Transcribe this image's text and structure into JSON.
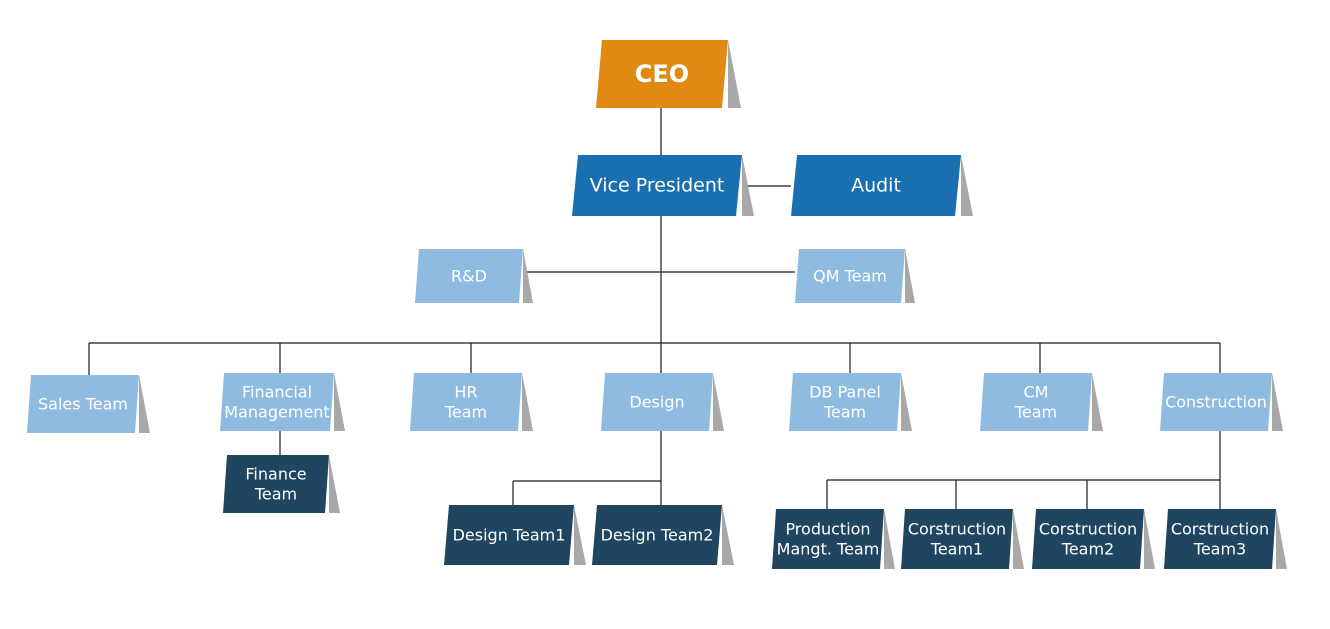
{
  "colors": {
    "ceo": "#e08a14",
    "executive": "#1a6fb0",
    "department": "#8fbbe0",
    "team": "#1f4560",
    "flap": "#a8a8a8",
    "text": "#ffffff",
    "line": "#1a1a1a"
  },
  "nodes": [
    {
      "id": "ceo",
      "label": [
        "CEO"
      ],
      "level": 1,
      "color": "ceo"
    },
    {
      "id": "vp",
      "label": [
        "Vice President"
      ],
      "level": 2,
      "color": "executive"
    },
    {
      "id": "audit",
      "label": [
        "Audit"
      ],
      "level": 2,
      "color": "executive"
    },
    {
      "id": "rnd",
      "label": [
        "R&D"
      ],
      "level": 3,
      "color": "department"
    },
    {
      "id": "qm",
      "label": [
        "QM Team"
      ],
      "level": 3,
      "color": "department"
    },
    {
      "id": "sales",
      "label": [
        "Sales Team"
      ],
      "level": 3,
      "color": "department"
    },
    {
      "id": "finmgmt",
      "label": [
        "Financial",
        "Management"
      ],
      "level": 3,
      "color": "department"
    },
    {
      "id": "hr",
      "label": [
        "HR",
        "Team"
      ],
      "level": 3,
      "color": "department"
    },
    {
      "id": "design",
      "label": [
        "Design"
      ],
      "level": 3,
      "color": "department"
    },
    {
      "id": "dbpanel",
      "label": [
        "DB Panel",
        "Team"
      ],
      "level": 3,
      "color": "department"
    },
    {
      "id": "cm",
      "label": [
        "CM",
        "Team"
      ],
      "level": 3,
      "color": "department"
    },
    {
      "id": "construction",
      "label": [
        "Construction"
      ],
      "level": 3,
      "color": "department"
    },
    {
      "id": "finance",
      "label": [
        "Finance",
        "Team"
      ],
      "level": 4,
      "color": "team"
    },
    {
      "id": "design1",
      "label": [
        "Design Team1"
      ],
      "level": 4,
      "color": "team"
    },
    {
      "id": "design2",
      "label": [
        "Design Team2"
      ],
      "level": 4,
      "color": "team"
    },
    {
      "id": "prod",
      "label": [
        "Production",
        "Mangt. Team"
      ],
      "level": 4,
      "color": "team"
    },
    {
      "id": "cons1",
      "label": [
        "Corstruction",
        "Team1"
      ],
      "level": 4,
      "color": "team"
    },
    {
      "id": "cons2",
      "label": [
        "Corstruction",
        "Team2"
      ],
      "level": 4,
      "color": "team"
    },
    {
      "id": "cons3",
      "label": [
        "Corstruction",
        "Team3"
      ],
      "level": 4,
      "color": "team"
    }
  ],
  "edges": [
    [
      "ceo",
      "vp"
    ],
    [
      "vp",
      "audit"
    ],
    [
      "vp",
      "rnd"
    ],
    [
      "vp",
      "qm"
    ],
    [
      "vp",
      "sales"
    ],
    [
      "vp",
      "finmgmt"
    ],
    [
      "vp",
      "hr"
    ],
    [
      "vp",
      "design"
    ],
    [
      "vp",
      "dbpanel"
    ],
    [
      "vp",
      "cm"
    ],
    [
      "vp",
      "construction"
    ],
    [
      "finmgmt",
      "finance"
    ],
    [
      "design",
      "design1"
    ],
    [
      "design",
      "design2"
    ],
    [
      "construction",
      "prod"
    ],
    [
      "construction",
      "cons1"
    ],
    [
      "construction",
      "cons2"
    ],
    [
      "construction",
      "cons3"
    ]
  ]
}
